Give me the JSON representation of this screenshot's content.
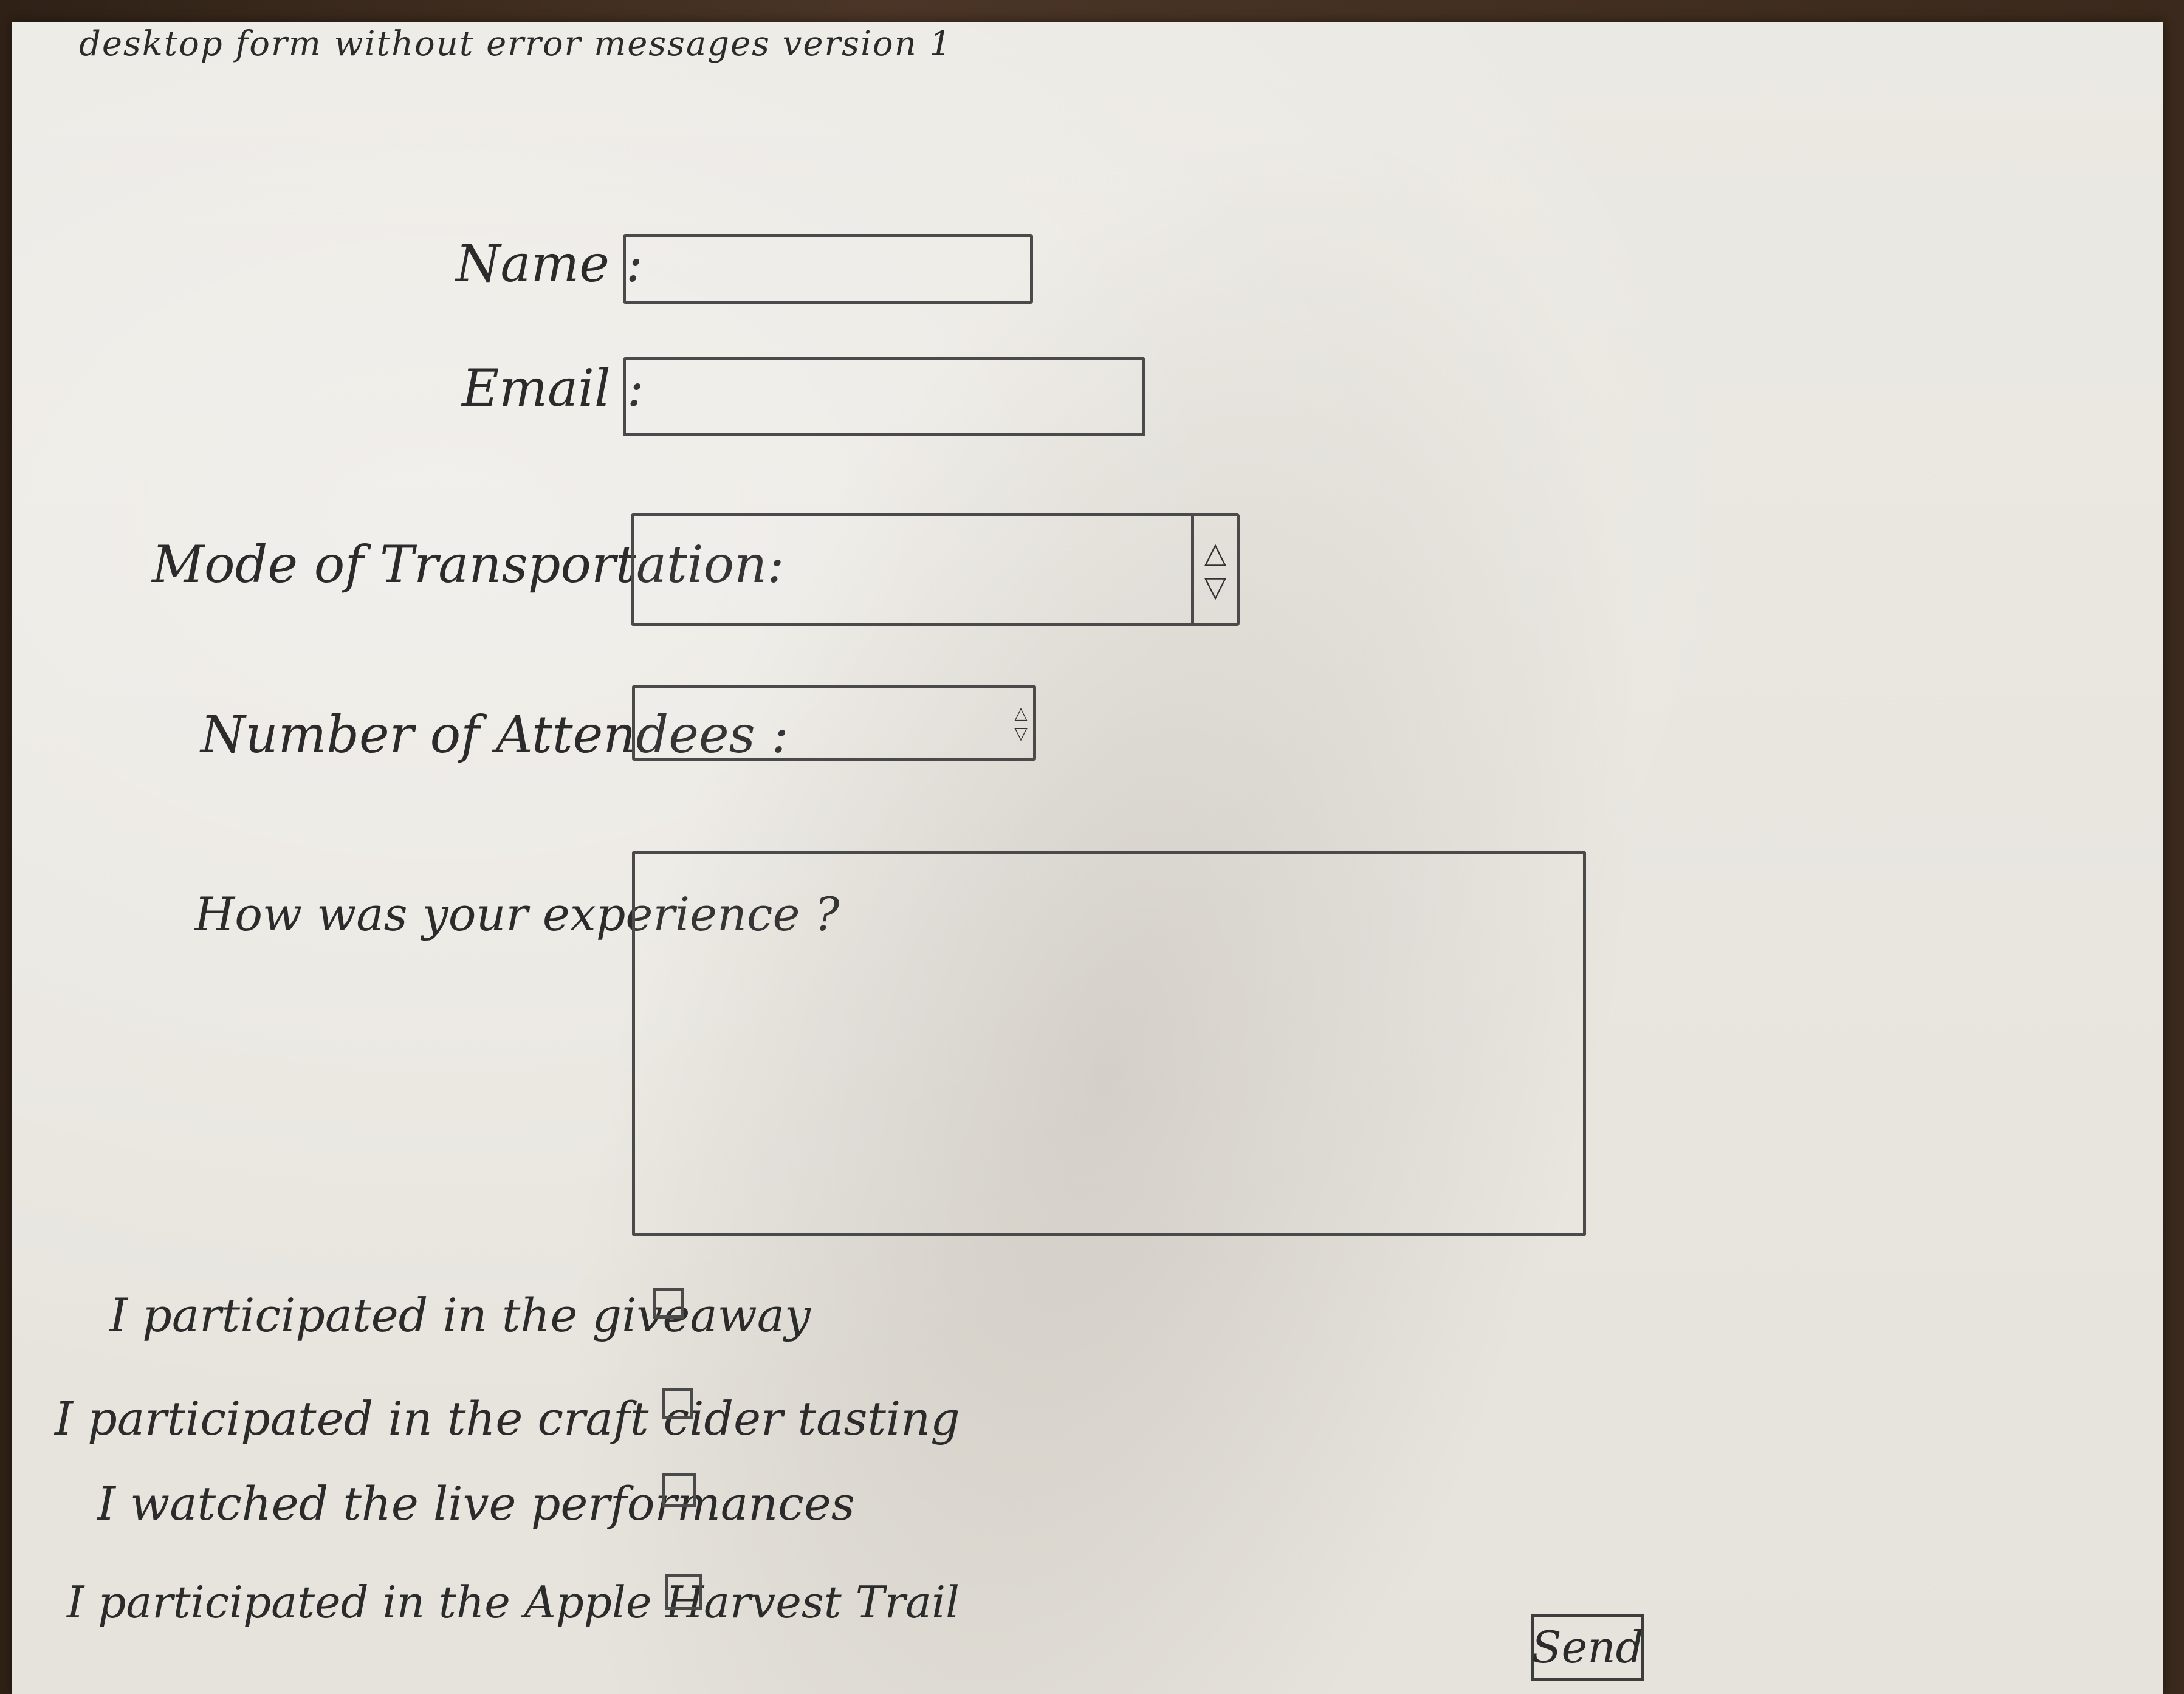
{
  "note": {
    "text": "desktop form without error messages version 1"
  },
  "form": {
    "name_label": "Name :",
    "email_label": "Email :",
    "transport_label": "Mode of Transportation:",
    "attendees_label": "Number of Attendees :",
    "experience_label": "How was your experience ?",
    "select_up": "△",
    "select_down": "▽",
    "stepper_up": "△",
    "stepper_down": "▽",
    "checkboxes": [
      {
        "label": "I participated in the giveaway"
      },
      {
        "label": "I participated in the craft cider tasting"
      },
      {
        "label": "I watched the live performances"
      },
      {
        "label": "I participated in the Apple Harvest Trail"
      }
    ],
    "send_label": "Send"
  }
}
